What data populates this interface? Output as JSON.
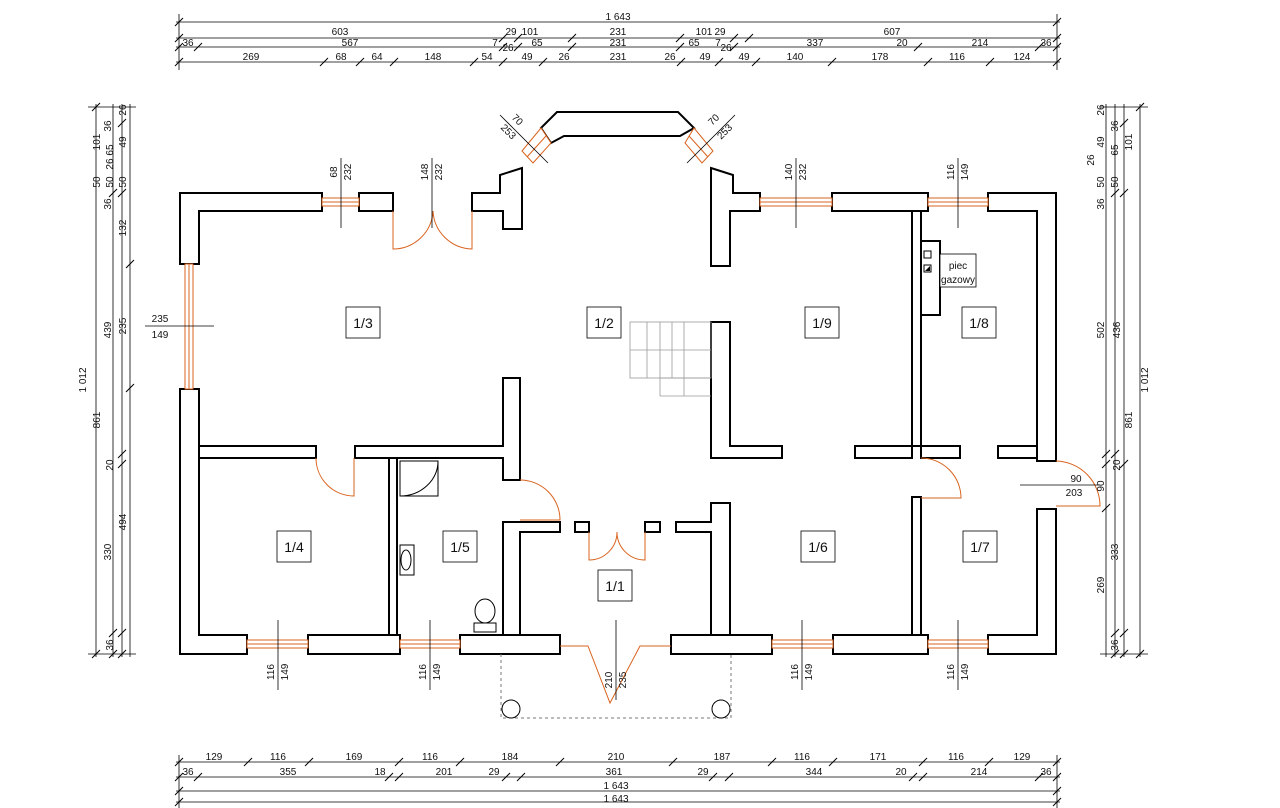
{
  "rooms": [
    {
      "id": "r13",
      "label": "1/3"
    },
    {
      "id": "r12",
      "label": "1/2"
    },
    {
      "id": "r19",
      "label": "1/9"
    },
    {
      "id": "r18",
      "label": "1/8"
    },
    {
      "id": "r14",
      "label": "1/4"
    },
    {
      "id": "r15",
      "label": "1/5"
    },
    {
      "id": "r11",
      "label": "1/1"
    },
    {
      "id": "r16",
      "label": "1/6"
    },
    {
      "id": "r17",
      "label": "1/7"
    }
  ],
  "boiler": {
    "line1": "piec",
    "line2": "gazowy"
  },
  "top_dims": {
    "row1": [
      "1 643"
    ],
    "row2": [
      "603",
      "29",
      "101",
      "231",
      "101",
      "29",
      "607"
    ],
    "row3": [
      "36",
      "567",
      "7",
      "26",
      "65",
      "231",
      "65",
      "7",
      "26",
      "337",
      "20",
      "214",
      "36"
    ],
    "row4": [
      "269",
      "68",
      "64",
      "148",
      "54",
      "49",
      "26",
      "231",
      "26",
      "49",
      "49",
      "140",
      "178",
      "116",
      "124"
    ]
  },
  "bottom_dims": {
    "row1": [
      "129",
      "116",
      "169",
      "116",
      "184",
      "210",
      "187",
      "116",
      "171",
      "116",
      "129"
    ],
    "row2": [
      "36",
      "355",
      "18",
      "201",
      "29",
      "361",
      "29",
      "344",
      "20",
      "214",
      "36"
    ],
    "row3": [
      "1 643"
    ],
    "row4": [
      "1 643"
    ]
  },
  "left_dims": {
    "outer": "1 012",
    "col2": [
      "861"
    ],
    "col3": [
      "439",
      "330"
    ],
    "col4": [
      "101",
      "132",
      "235",
      "20",
      "494",
      "36"
    ],
    "top_small": [
      "36",
      "26",
      "65",
      "49",
      "50",
      "26",
      "50",
      "50",
      "36"
    ]
  },
  "right_dims": {
    "outer": "1 012",
    "col2": [
      "861"
    ],
    "col3": [
      "502",
      "333"
    ],
    "col4": [
      "101",
      "436",
      "20",
      "269",
      "36"
    ],
    "top_small": [
      "26",
      "36",
      "49",
      "65",
      "26",
      "50",
      "50",
      "36"
    ]
  },
  "opening_labels": {
    "w13_top": [
      "68",
      "232"
    ],
    "door13_top": [
      "148",
      "232"
    ],
    "bay_left": [
      "70",
      "253"
    ],
    "bay_right": [
      "70",
      "253"
    ],
    "w19_top": [
      "140",
      "232"
    ],
    "w18_top": [
      "116",
      "149"
    ],
    "w13_left": [
      "235",
      "149"
    ],
    "door17_right": [
      "90",
      "203",
      "90"
    ],
    "w14_bot": [
      "116",
      "149"
    ],
    "w15_bot": [
      "116",
      "149"
    ],
    "door11_bot": [
      "210",
      "235"
    ],
    "w16_bot": [
      "116",
      "149"
    ],
    "w17_bot": [
      "116",
      "149"
    ]
  }
}
